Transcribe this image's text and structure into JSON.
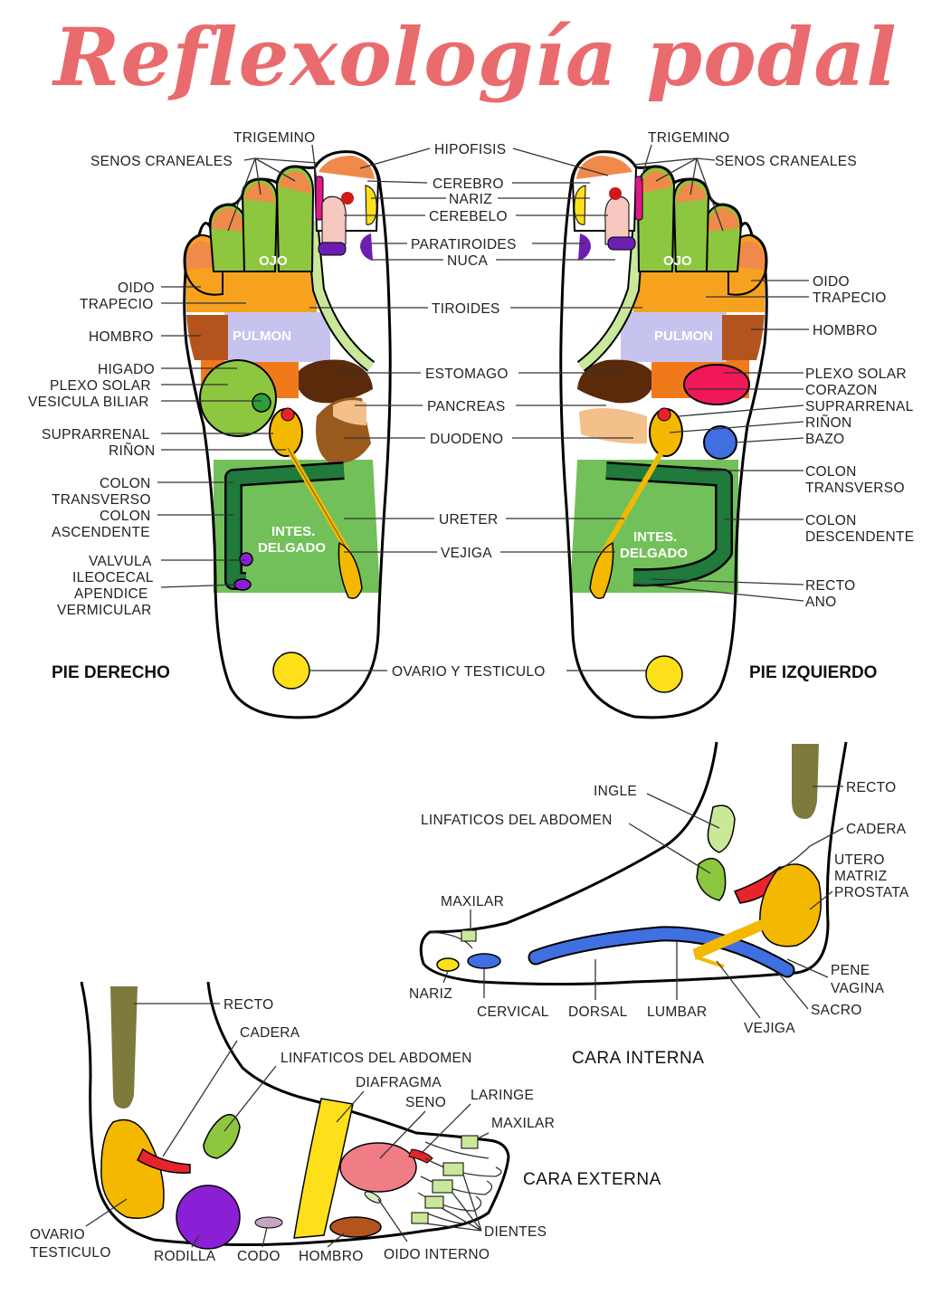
{
  "title": "Reflexología podal",
  "feet": {
    "right_name": "PIE DERECHO",
    "left_name": "PIE IZQUIERDO",
    "inner": {
      "ojo": "OJO",
      "pulmon": "PULMON",
      "intes1": "INTES.",
      "intes2": "DELGADO"
    },
    "center_labels": [
      "HIPOFISIS",
      "CEREBRO",
      "NARIZ",
      "CEREBELO",
      "PARATIROIDES",
      "NUCA",
      "TIROIDES",
      "ESTOMAGO",
      "PANCREAS",
      "DUODENO",
      "URETER",
      "VEJIGA",
      "OVARIO Y TESTICULO"
    ],
    "right_labels": [
      "TRIGEMINO",
      "SENOS CRANEALES",
      "OIDO",
      "TRAPECIO",
      "HOMBRO",
      "HIGADO",
      "PLEXO SOLAR",
      "VESICULA BILIAR",
      "SUPRARRENAL",
      "RIÑON",
      "COLON",
      "TRANSVERSO",
      "COLON",
      "ASCENDENTE",
      "VALVULA",
      "ILEOCECAL",
      "APENDICE",
      "VERMICULAR"
    ],
    "left_labels": [
      "TRIGEMINO",
      "SENOS CRANEALES",
      "OIDO",
      "TRAPECIO",
      "HOMBRO",
      "PLEXO SOLAR",
      "CORAZON",
      "SUPRARRENAL",
      "RIÑON",
      "BAZO",
      "COLON",
      "TRANSVERSO",
      "COLON",
      "DESCENDENTE",
      "RECTO",
      "ANO"
    ]
  },
  "inner_side": {
    "name": "CARA INTERNA",
    "labels": [
      "INGLE",
      "LINFATICOS DEL ABDOMEN",
      "RECTO",
      "CADERA",
      "UTERO",
      "MATRIZ",
      "PROSTATA",
      "MAXILAR",
      "PENE",
      "VAGINA",
      "SACRO",
      "NARIZ",
      "CERVICAL",
      "DORSAL",
      "LUMBAR",
      "VEJIGA"
    ]
  },
  "outer_side": {
    "name": "CARA EXTERNA",
    "labels": [
      "RECTO",
      "CADERA",
      "LINFATICOS DEL ABDOMEN",
      "DIAFRAGMA",
      "SENO",
      "LARINGE",
      "MAXILAR",
      "DIENTES",
      "OVARIO",
      "TESTICULO",
      "RODILLA",
      "CODO",
      "HOMBRO",
      "OIDO INTERNO"
    ]
  },
  "colors": {
    "title": "#ea6b6e",
    "toe": "#f08a4b",
    "green": "#8dc63f",
    "lightgreen": "#c9e89a",
    "yellow": "#fde01a",
    "orange": "#f6a21e",
    "lavender": "#c7c3ef",
    "brown": "#b3541e",
    "darkbrown": "#5a2a0a",
    "intestine": "#72c05a",
    "colon": "#1f7a3c",
    "blue": "#3f6fe0",
    "red": "#e8242b",
    "purple": "#8b1fd6",
    "pink": "#f07d86",
    "olive": "#7d7a3c",
    "gold": "#f4b800"
  }
}
